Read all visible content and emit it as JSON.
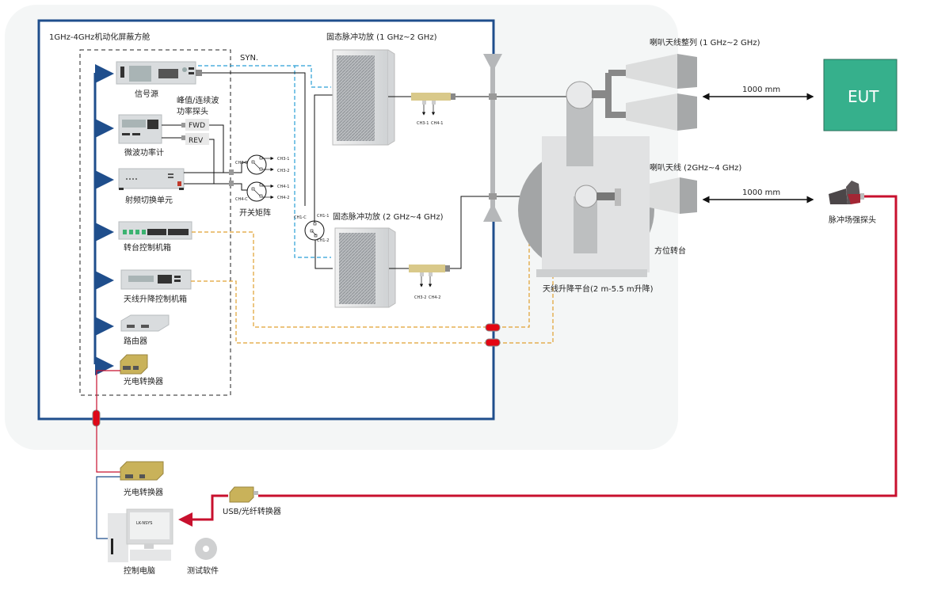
{
  "chamber": {
    "title": "1GHz-4GHz机动化屏蔽方舱"
  },
  "colors": {
    "chamber_border": "#1f4e8c",
    "bus_arrow": "#1f4e8c",
    "syn_line": "#2a9fd6",
    "control_line": "#e0a030",
    "fiber_line": "#c8102e",
    "eut_fill": "#36b08c",
    "device_gold": "#c9b25a",
    "background_panel": "#f4f6f6"
  },
  "labels": {
    "syn": "SYN.",
    "signal_source": "信号源",
    "power_probe_line1": "峰值/连续波",
    "power_probe_line2": "功率探头",
    "fwd": "FWD",
    "rev": "REV",
    "power_meter": "微波功率计",
    "rf_switch_unit": "射频切换单元",
    "switch_matrix": "开关矩阵",
    "turntable_ctrl": "转台控制机箱",
    "antenna_lift_ctrl": "天线升降控制机箱",
    "router": "路由器",
    "oe_converter_inside": "光电转换器",
    "amp1": "固态脉冲功放 (1 GHz~2 GHz)",
    "amp2": "固态脉冲功放 (2 GHz~4 GHz)",
    "horn_array": "喇叭天线整列 (1 GHz~2 GHz)",
    "horn_single": "喇叭天线 (2GHz~4 GHz)",
    "distance1": "1000 mm",
    "distance2": "1000 mm",
    "eut": "EUT",
    "field_probe": "脉冲场强探头",
    "azimuth_turntable": "方位转台",
    "lift_platform": "天线升降平台(2 m-5.5 m升降)",
    "oe_converter_outside": "光电转换器",
    "usb_fiber": "USB/光纤转换器",
    "control_pc": "控制电脑",
    "test_software": "测试软件",
    "pc_brand": "LK-NSYS"
  },
  "channels": {
    "ch3c": "CH3-C",
    "ch3_1": "CH3-1",
    "ch3_2": "CH3-2",
    "ch4c": "CH4-C",
    "ch4_1": "CH4-1",
    "ch4_2": "CH4-2",
    "ch1c": "CH1-C",
    "ch1_1": "CH1-1",
    "ch1_2": "CH1-2",
    "coupler1_a": "CH3-1",
    "coupler1_b": "CH4-1",
    "coupler2_a": "CH3-2",
    "coupler2_b": "CH4-2"
  }
}
